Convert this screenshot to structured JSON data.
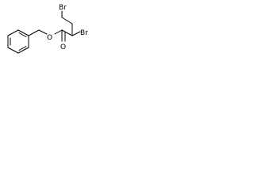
{
  "molecule": {
    "atoms": {
      "br_terminal": "Br",
      "br_alpha": "Br",
      "o_ester": "O",
      "o_carbonyl": "O"
    },
    "colors": {
      "bond": "#000000",
      "label": "#000000",
      "background": "#ffffff"
    }
  }
}
